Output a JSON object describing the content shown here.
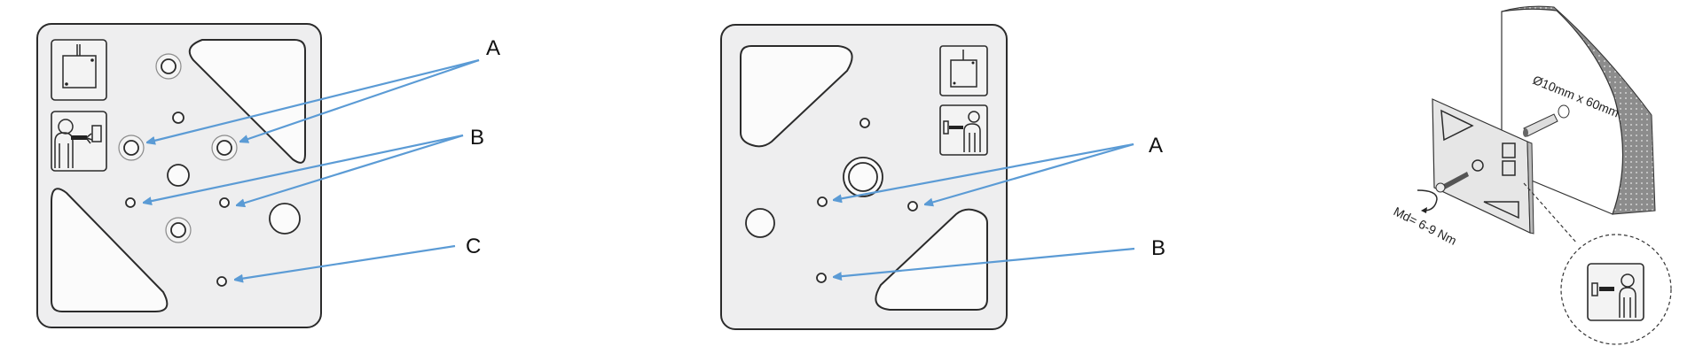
{
  "left_plate": {
    "labels": {
      "a": "A",
      "b": "B",
      "c": "C"
    }
  },
  "middle_plate": {
    "labels": {
      "a": "A",
      "b": "B"
    }
  },
  "install_view": {
    "anchor_spec": "Ø10mm x 60mm",
    "torque": "Md= 6-9 Nm"
  },
  "colors": {
    "arrow": "#5b9bd5",
    "plate": "#eeeeef"
  }
}
